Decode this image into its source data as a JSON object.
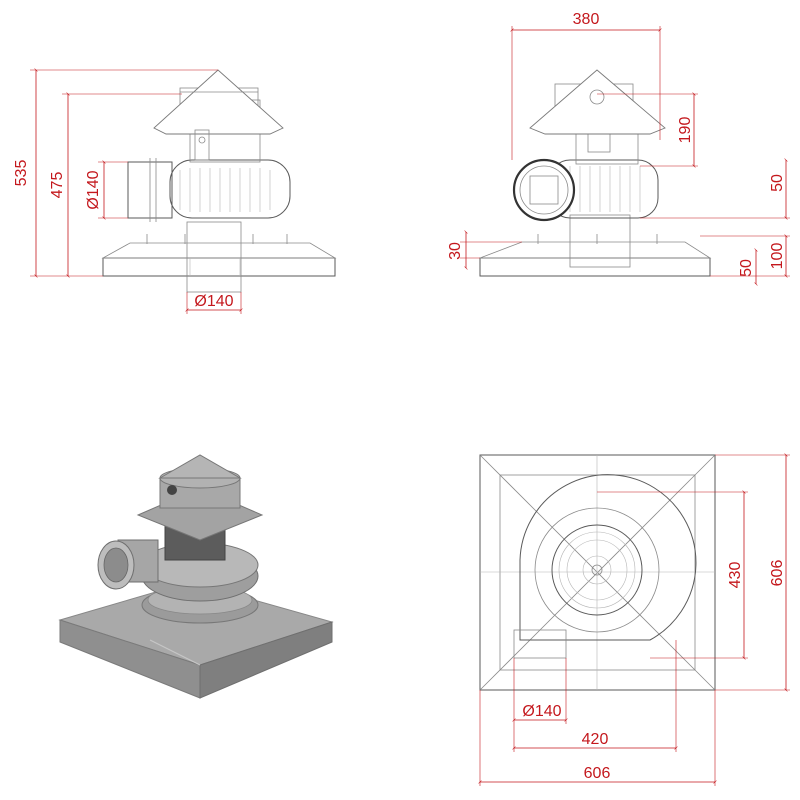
{
  "dimensions": {
    "front_height_total": "535",
    "front_height_inlet": "475",
    "front_inlet_diameter": "Ø140",
    "front_outlet_diameter": "Ø140",
    "side_width_top": "380",
    "side_hood_height": "190",
    "side_inlet_offset": "50",
    "side_base_30": "30",
    "side_base_50": "50",
    "side_base_100": "100",
    "plan_inner_height": "430",
    "plan_outer_height": "606",
    "plan_inlet_diameter": "Ø140",
    "plan_inner_width": "420",
    "plan_outer_width": "606"
  },
  "colors": {
    "dimension": "#c4181d",
    "outline": "#7a7a7a",
    "render": "#9a9a9a"
  }
}
